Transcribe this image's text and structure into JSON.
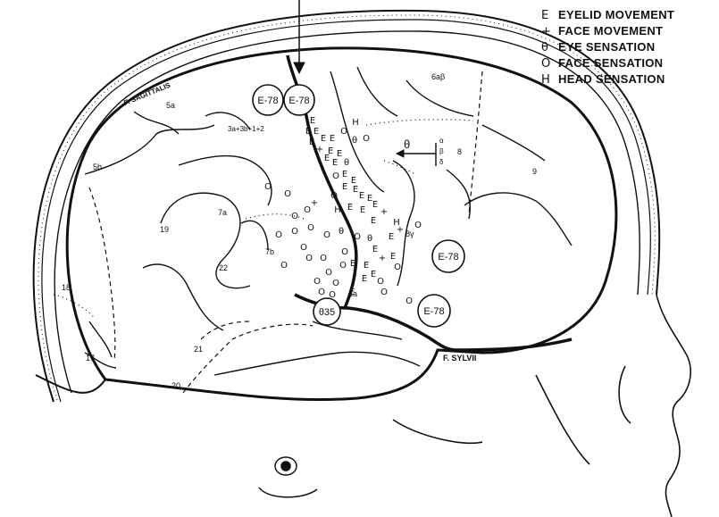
{
  "legend": [
    {
      "symbol": "E",
      "label": "EYELID MOVEMENT"
    },
    {
      "symbol": "+",
      "label": "FACE MOVEMENT"
    },
    {
      "symbol": "θ",
      "label": "EYE SENSATION"
    },
    {
      "symbol": "O",
      "label": "FACE SENSATION"
    },
    {
      "symbol": "H",
      "label": "HEAD SENSATION"
    }
  ],
  "fissures": {
    "sagittalis": "F. SAGITTALIS",
    "sylvii": "F. SYLVII"
  },
  "areas": {
    "a5a": "5a",
    "a5b": "5b",
    "a3": "3a+3b+1+2",
    "a6ab": "6aβ",
    "a7a": "7a",
    "a7b": "7b",
    "a19": "19",
    "a22": "22",
    "a18": "18",
    "a17": "17",
    "a21": "21",
    "a20": "20",
    "a9": "9",
    "a8": "8",
    "a8g": "8γ",
    "a6a": "6a"
  },
  "arrow_labels": {
    "symbol": "θ",
    "greek": [
      "α",
      "β",
      "δ"
    ]
  },
  "callouts": [
    "E-78",
    "E-78",
    "E-78",
    "E-78",
    "θ35"
  ]
}
